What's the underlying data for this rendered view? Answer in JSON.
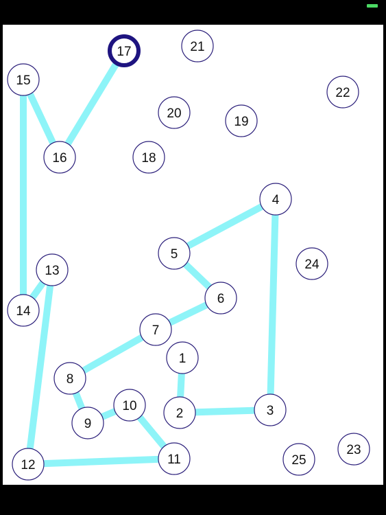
{
  "colors": {
    "background": "#000000",
    "board": "#ffffff",
    "path": "#8ef4f8",
    "node_outline": "#2b1f7a",
    "node_fill": "#ffffff",
    "current_outline": "#1e1480",
    "label": "#111111",
    "battery": "#4cd964"
  },
  "status": {
    "battery_icon": "battery-icon"
  },
  "puzzle": {
    "nodes": [
      {
        "label": "1"
      },
      {
        "label": "2"
      },
      {
        "label": "3"
      },
      {
        "label": "4"
      },
      {
        "label": "5"
      },
      {
        "label": "6"
      },
      {
        "label": "7"
      },
      {
        "label": "8"
      },
      {
        "label": "9"
      },
      {
        "label": "10"
      },
      {
        "label": "11"
      },
      {
        "label": "12"
      },
      {
        "label": "13"
      },
      {
        "label": "14"
      },
      {
        "label": "15"
      },
      {
        "label": "16"
      },
      {
        "label": "17"
      },
      {
        "label": "18"
      },
      {
        "label": "19"
      },
      {
        "label": "20"
      },
      {
        "label": "21"
      },
      {
        "label": "22"
      },
      {
        "label": "23"
      },
      {
        "label": "24"
      },
      {
        "label": "25"
      }
    ],
    "connected_path": [
      "1",
      "2",
      "3",
      "4",
      "5",
      "6",
      "7",
      "8",
      "9",
      "10",
      "11",
      "12",
      "13",
      "14",
      "15",
      "16",
      "17"
    ],
    "current_node": "17"
  }
}
